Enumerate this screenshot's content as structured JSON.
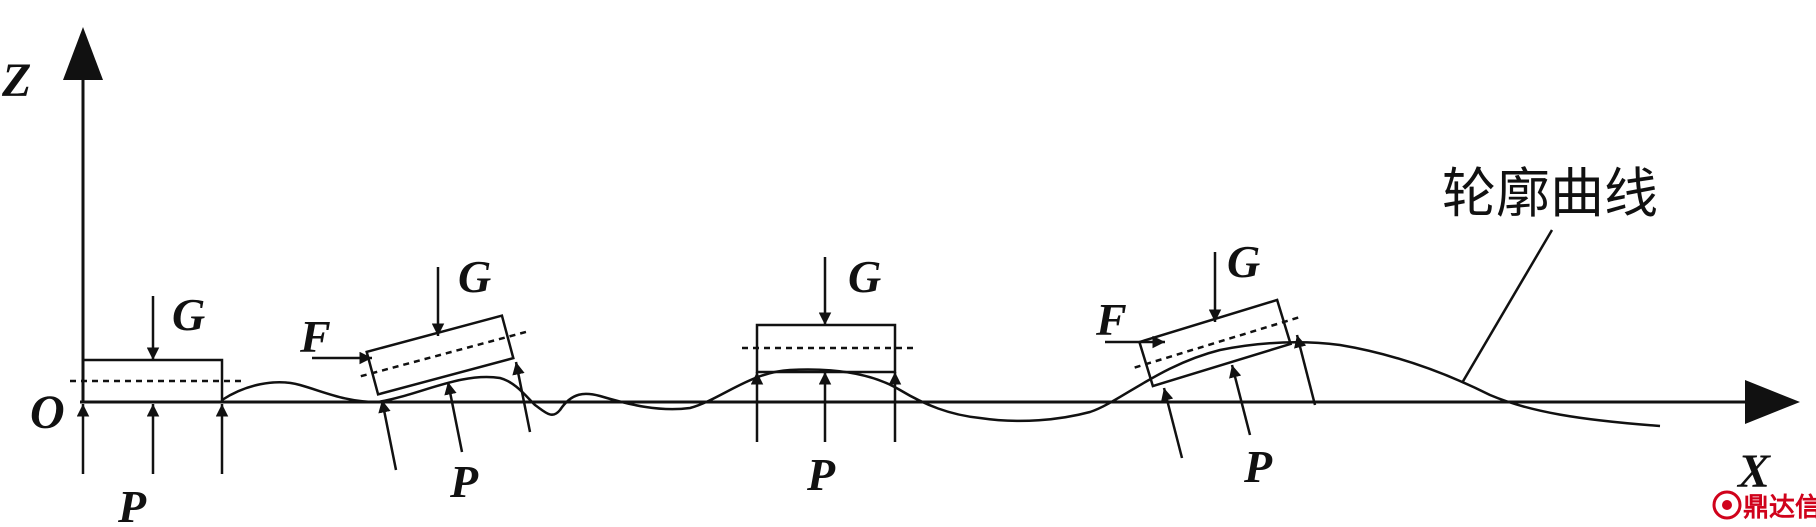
{
  "axes": {
    "z_label": "Z",
    "x_label": "X",
    "origin_label": "O"
  },
  "forces": {
    "gravity": "G",
    "support": "P",
    "push": "F"
  },
  "curve_label": "轮廓曲线",
  "watermark": {
    "text": "鼎达信"
  },
  "colors": {
    "ink": "#111111",
    "watermark": "#d0021b"
  }
}
